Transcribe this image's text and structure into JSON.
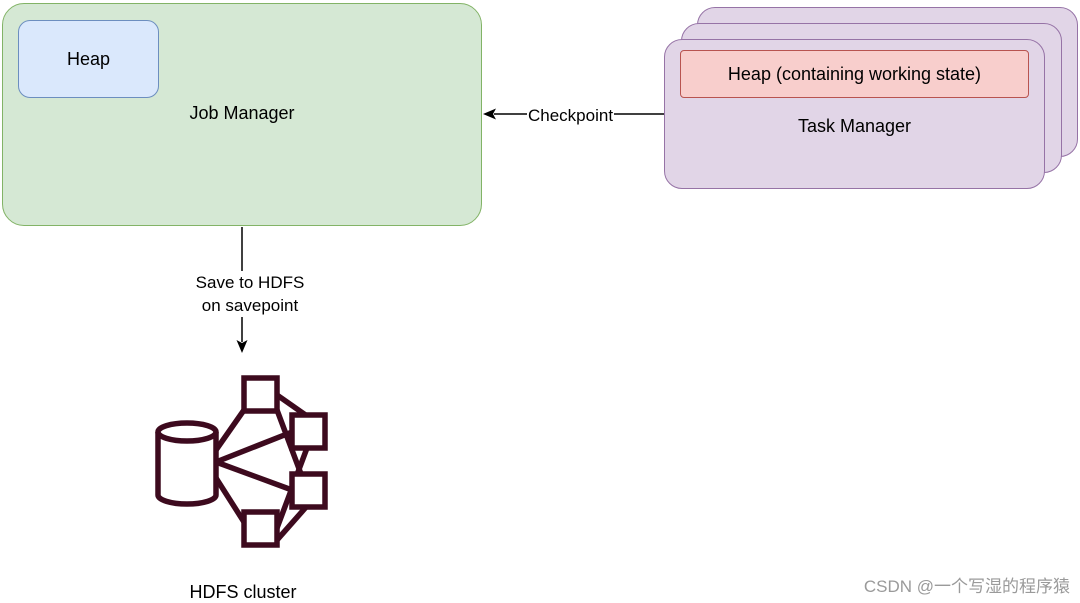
{
  "job_manager": {
    "heap_label": "Heap",
    "title": "Job Manager"
  },
  "task_manager": {
    "heap_label": "Heap (containing working state)",
    "title": "Task Manager"
  },
  "edges": {
    "checkpoint": "Checkpoint",
    "save_line1": "Save to HDFS",
    "save_line2": "on savepoint"
  },
  "hdfs": {
    "label": "HDFS cluster",
    "icon": "hdfs-cluster-icon",
    "icon_color": "#3d0a1e"
  },
  "watermark": "CSDN @一个写湿的程序猿",
  "colors": {
    "job_manager_fill": "#d5e8d4",
    "job_manager_stroke": "#82b366",
    "heap_blue_fill": "#dae8fc",
    "heap_blue_stroke": "#6c8ebf",
    "task_manager_fill": "#e1d5e7",
    "task_manager_stroke": "#9673a6",
    "heap_red_fill": "#f8cecc",
    "heap_red_stroke": "#b85450"
  }
}
